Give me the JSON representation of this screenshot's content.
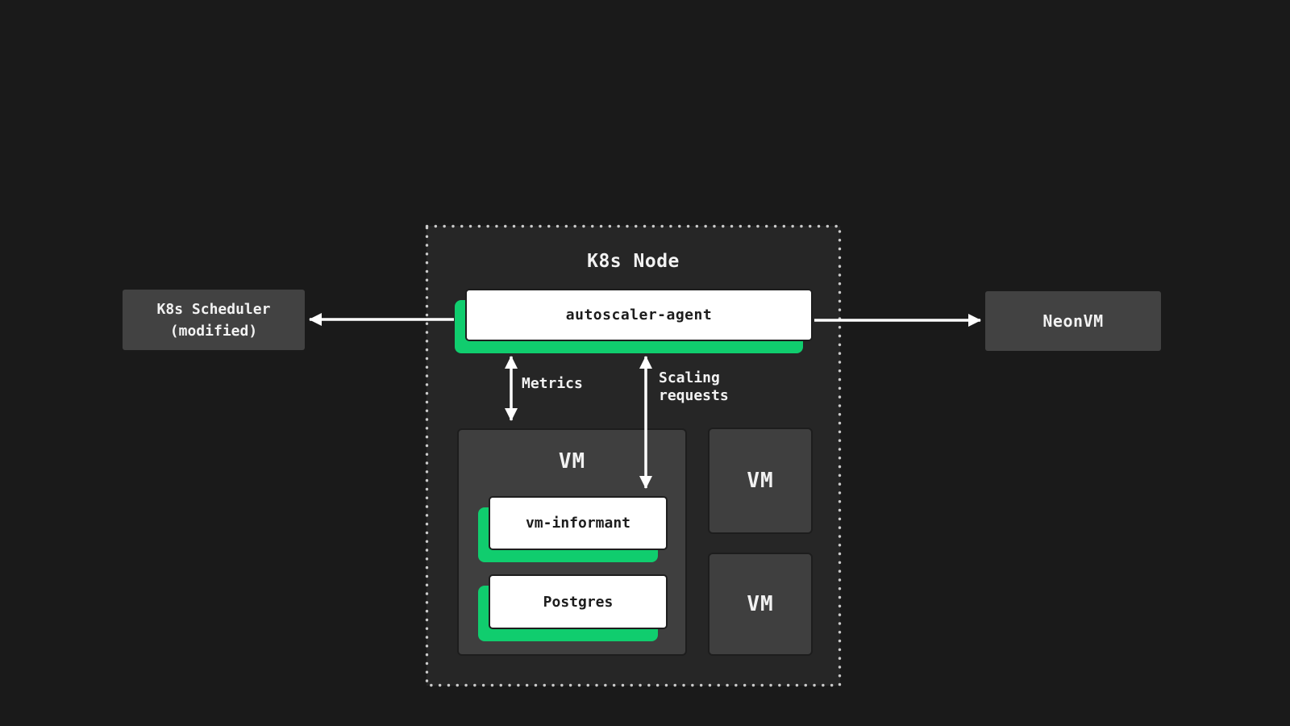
{
  "diagram": {
    "title": "K8s Node",
    "nodes": {
      "k8s_node": {
        "title": "K8s Node"
      },
      "scheduler": {
        "label": "K8s Scheduler\n(modified)"
      },
      "autoscaler": {
        "label": "autoscaler-agent"
      },
      "neonvm": {
        "label": "NeonVM"
      },
      "vm_main": {
        "label": "VM"
      },
      "vm_informant": {
        "label": "vm-informant"
      },
      "postgres": {
        "label": "Postgres"
      },
      "vm_right_top": {
        "label": "VM"
      },
      "vm_right_bottom": {
        "label": "VM"
      }
    },
    "edges": {
      "metrics": {
        "label": "Metrics",
        "type": "bidirectional"
      },
      "scaling": {
        "label": "Scaling\nrequests",
        "type": "bidirectional"
      },
      "to_scheduler": {
        "label": "",
        "type": "arrow-left"
      },
      "to_neonvm": {
        "label": "",
        "type": "arrow-right"
      }
    },
    "colors": {
      "background": "#1a1a1a",
      "node_area_bg": "#262626",
      "gray_box": "#424242",
      "vm_box": "#3f3f3f",
      "dark_border": "#1d1d1d",
      "accent_green": "#10cd6e",
      "card_white": "#ffffff",
      "text_light": "#f2f2f2",
      "text_dark": "#1d1d1d",
      "dotted_border": "#cacaca",
      "arrow": "#ffffff"
    }
  }
}
